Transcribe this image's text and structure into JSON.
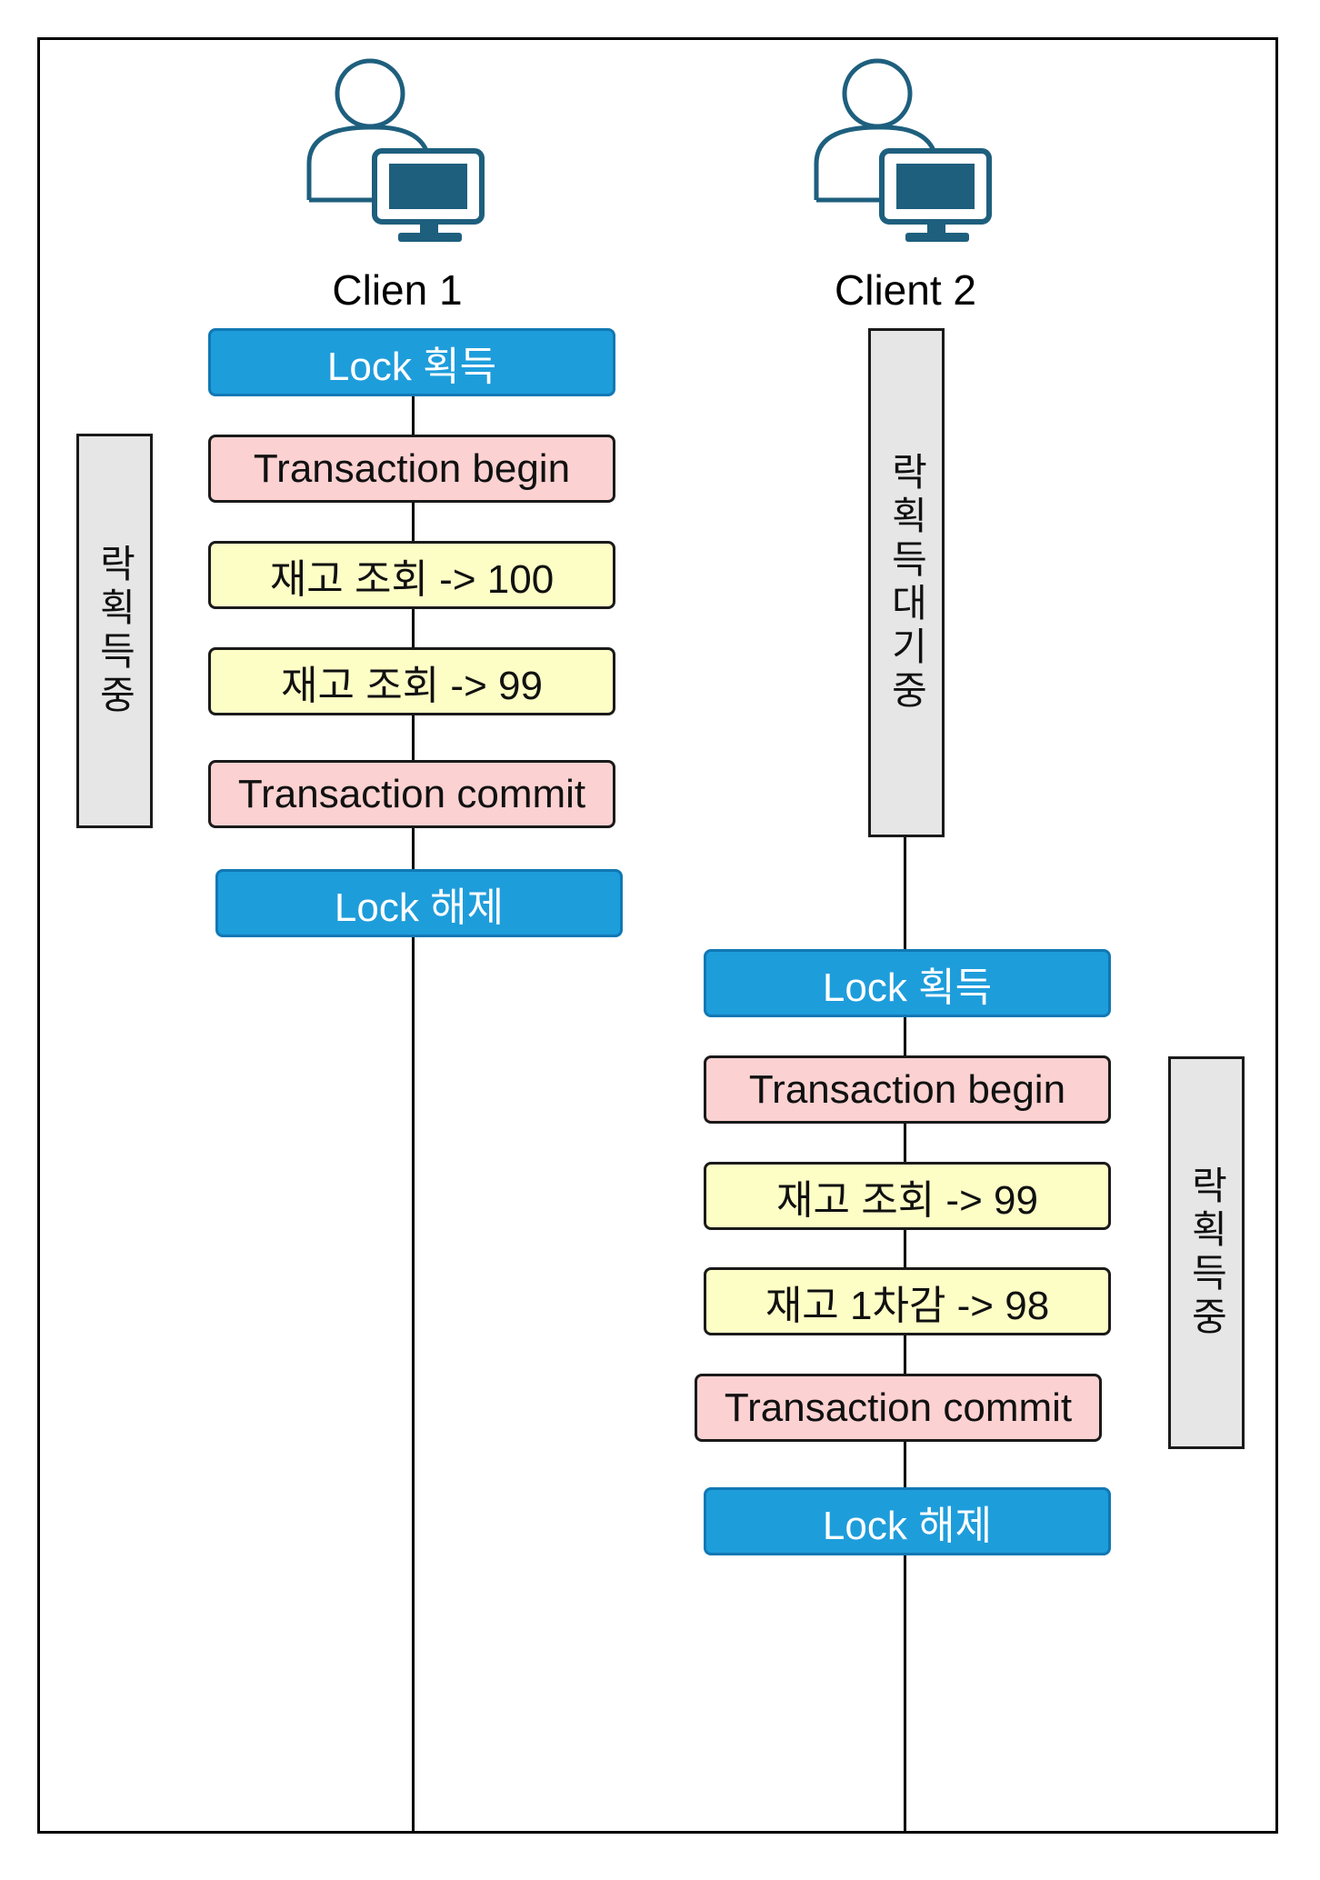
{
  "colors": {
    "lock": "#1e9ddb",
    "transaction": "#fcd1d1",
    "operation": "#fdfdc6",
    "status": "#e6e6e6",
    "icon": "#1e5f7e"
  },
  "clients": [
    {
      "label": "Clien 1",
      "icon": "user-with-monitor-icon",
      "status": "락획득중",
      "steps": [
        {
          "type": "lock",
          "text": "Lock 획득"
        },
        {
          "type": "transaction",
          "text": "Transaction begin"
        },
        {
          "type": "operation",
          "text": "재고 조회 -> 100"
        },
        {
          "type": "operation",
          "text": "재고 조회 -> 99"
        },
        {
          "type": "transaction",
          "text": "Transaction commit"
        },
        {
          "type": "lock",
          "text": "Lock 해제"
        }
      ]
    },
    {
      "label": "Client 2",
      "icon": "user-with-monitor-icon",
      "wait_status": "락획득대기중",
      "status": "락획득중",
      "steps": [
        {
          "type": "lock",
          "text": "Lock 획득"
        },
        {
          "type": "transaction",
          "text": "Transaction begin"
        },
        {
          "type": "operation",
          "text": "재고 조회 -> 99"
        },
        {
          "type": "operation",
          "text": "재고 1차감 -> 98"
        },
        {
          "type": "transaction",
          "text": "Transaction commit"
        },
        {
          "type": "lock",
          "text": "Lock 해제"
        }
      ]
    }
  ]
}
